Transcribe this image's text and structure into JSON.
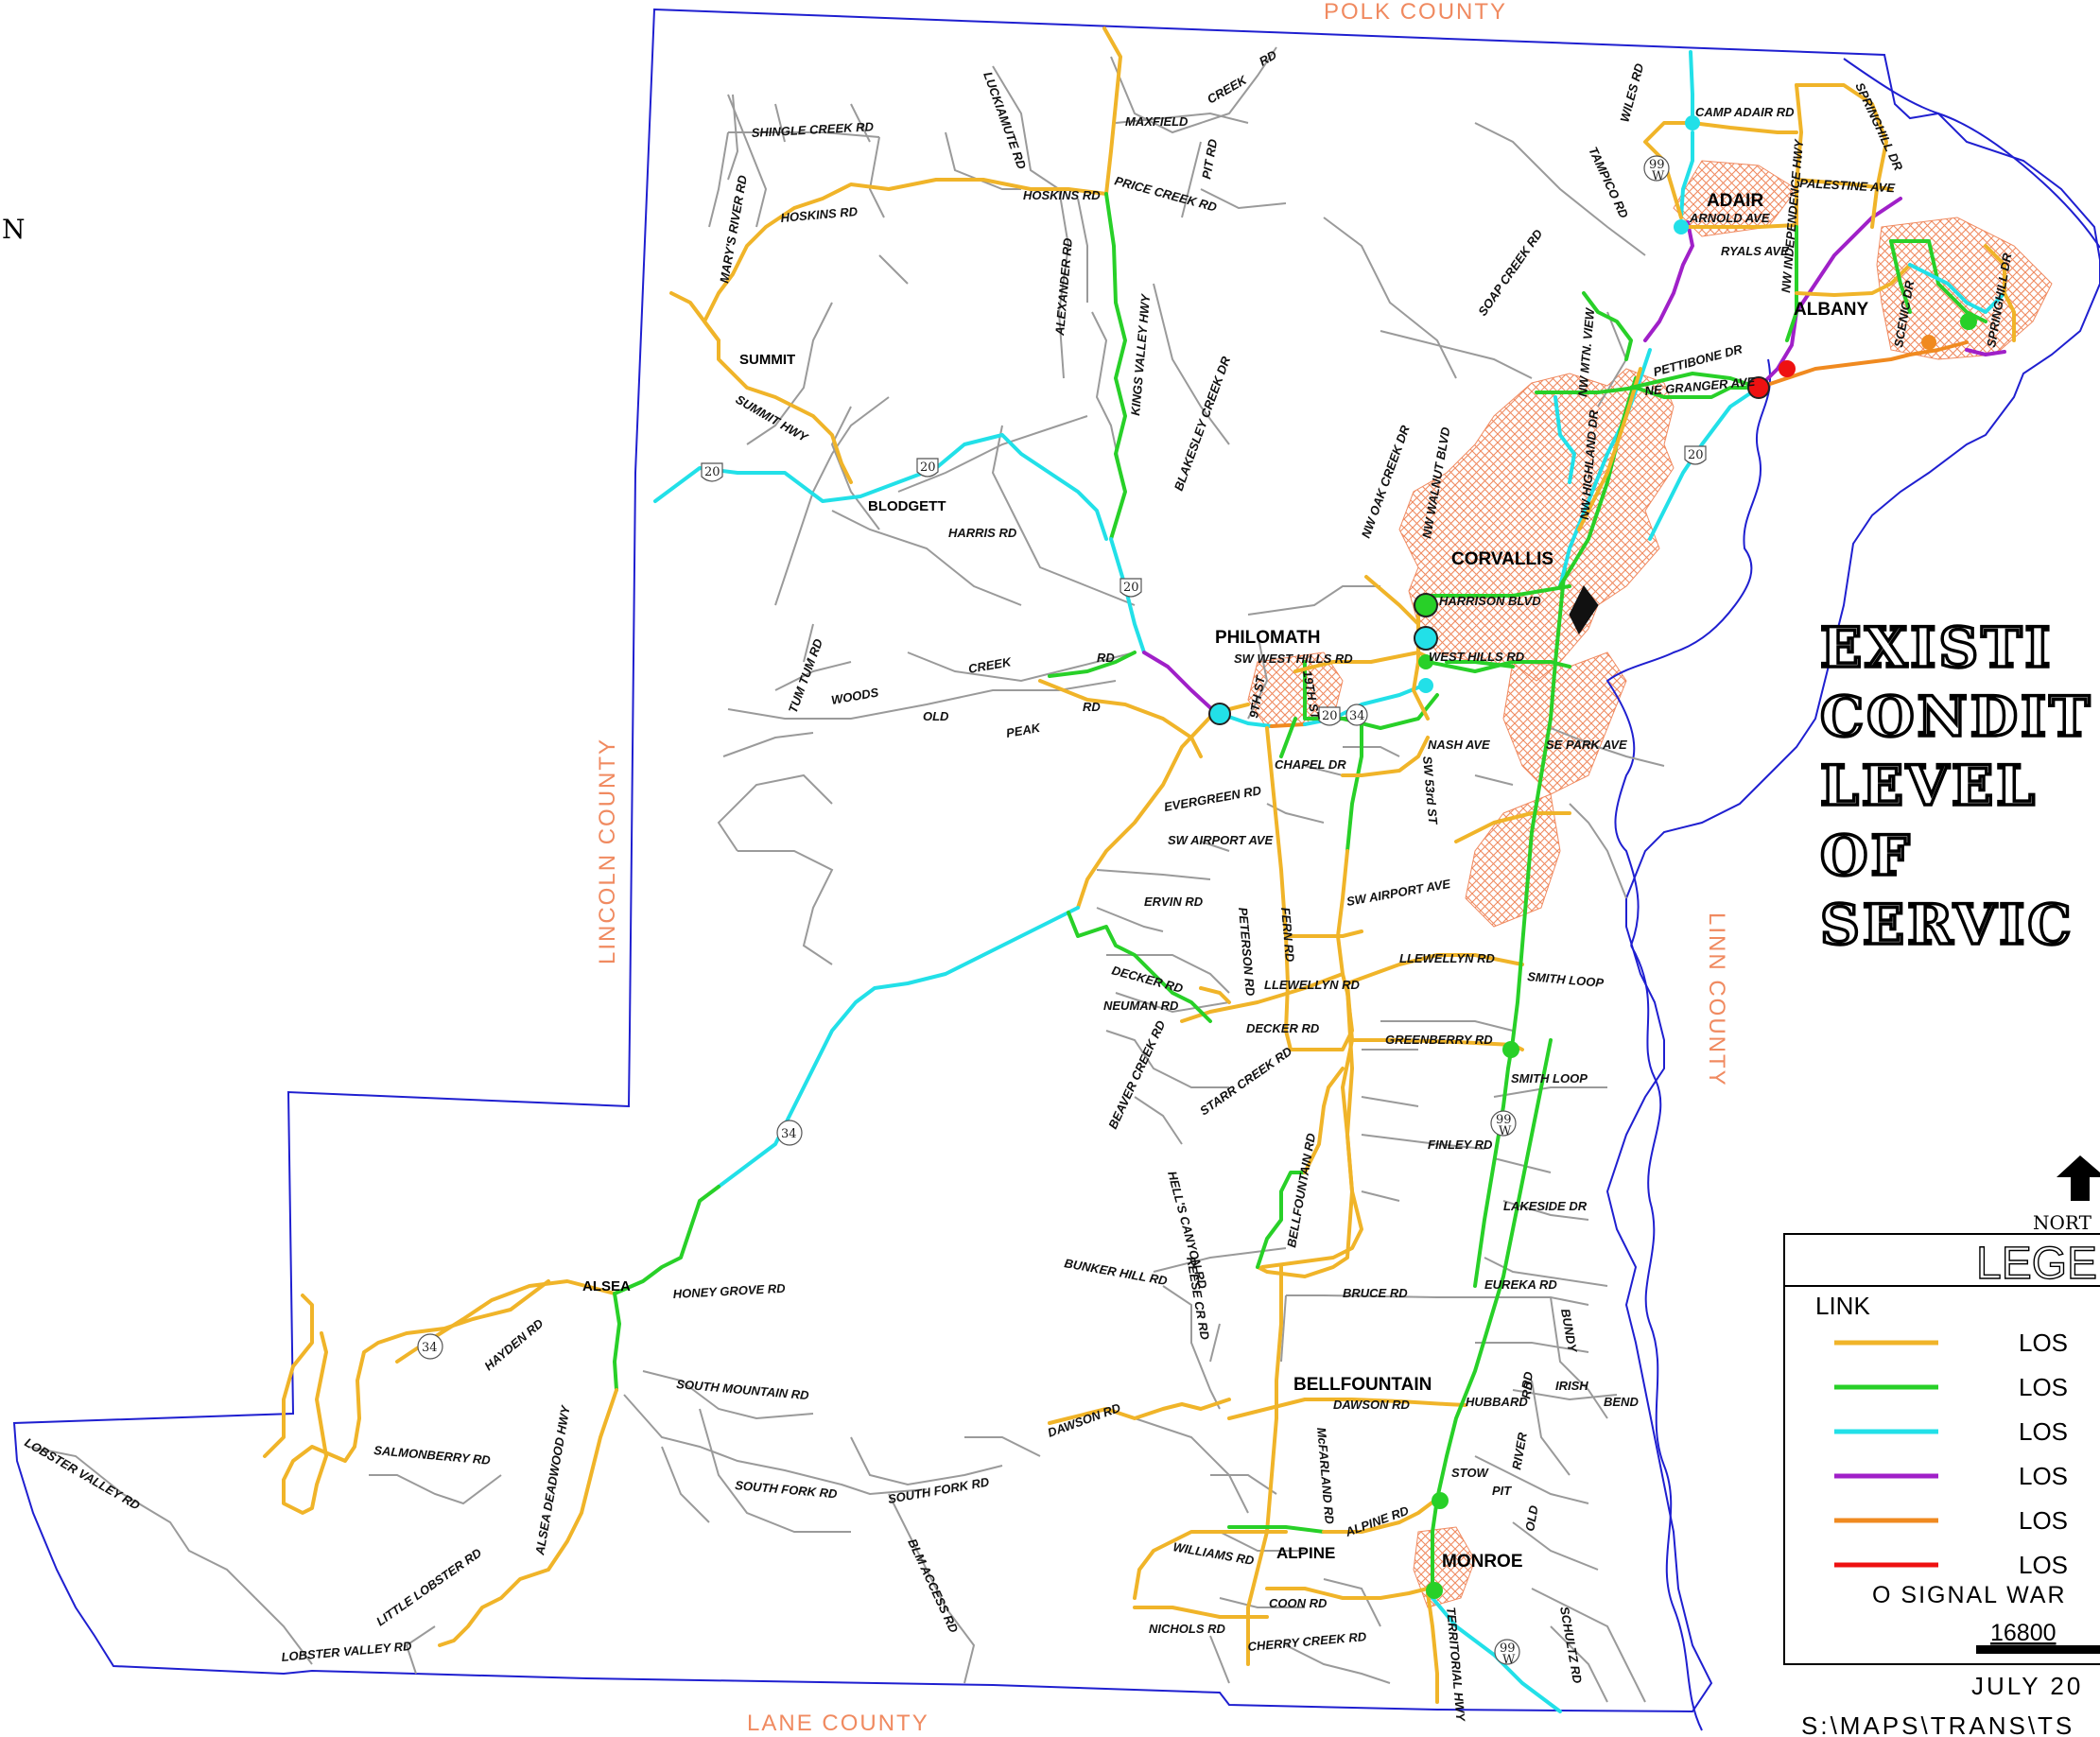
{
  "orientation_mark": "N",
  "counties": {
    "north": "POLK COUNTY",
    "south": "LANE COUNTY",
    "west": "LINCOLN COUNTY",
    "east": "LINN COUNTY"
  },
  "towns": {
    "summit": "SUMMIT",
    "blodgett": "BLODGETT",
    "philomath": "PHILOMATH",
    "corvallis": "CORVALLIS",
    "adair": "ADAIR",
    "albany": "ALBANY",
    "alsea": "ALSEA",
    "bellfountain": "BELLFOUNTAIN",
    "alpine": "ALPINE",
    "monroe": "MONROE"
  },
  "roads": {
    "shingle_creek": "SHINGLE CREEK RD",
    "hoskins_w": "HOSKINS RD",
    "hoskins_e": "HOSKINS RD",
    "marys_river": "MARY'S RIVER RD",
    "luckiamute": "LUCKIAMUTE RD",
    "maxfield": "MAXFIELD",
    "creek": "CREEK",
    "rd_top": "RD",
    "pit_rd": "PIT RD",
    "price_creek": "PRICE CREEK RD",
    "alexander": "ALEXANDER RD",
    "kings_valley": "KINGS VALLEY HWY",
    "summit_hwy": "SUMMIT HWY",
    "blakesley": "BLAKESLEY CREEK DR",
    "harris": "HARRIS RD",
    "tum_tum": "TUM TUM RD",
    "woods": "WOODS",
    "woods_creek": "CREEK",
    "woods_rd": "RD",
    "old": "OLD",
    "peak": "PEAK",
    "peak_rd": "RD",
    "soap_creek": "SOAP CREEK RD",
    "oak_creek": "NW OAK CREEK DR",
    "walnut": "NW WALNUT BLVD",
    "harrison": "HARRISON BLVD",
    "west_hills": "WEST HILLS RD",
    "sw_west_hills": "SW WEST HILLS RD",
    "ninth_st": "9TH ST",
    "nineteenth_st": "19TH ST",
    "nash": "NASH AVE",
    "se_park": "SE PARK AVE",
    "sw_53rd": "SW 53rd ST",
    "chapel": "CHAPEL DR",
    "evergreen": "EVERGREEN RD",
    "sw_airport_w": "SW AIRPORT AVE",
    "sw_airport_e": "SW AIRPORT AVE",
    "ervin": "ERVIN RD",
    "peterson": "PETERSON RD",
    "fern": "FERN RD",
    "decker_w": "DECKER RD",
    "decker_e": "DECKER RD",
    "neuman": "NEUMAN RD",
    "llewellyn_w": "LLEWELLYN RD",
    "llewellyn_e": "LLEWELLYN RD",
    "smith_loop_n": "SMITH LOOP",
    "smith_loop_s": "SMITH LOOP",
    "greenberry": "GREENBERRY RD",
    "beaver_creek": "BEAVER CREEK RD",
    "starr_creek": "STARR CREEK RD",
    "finley": "FINLEY RD",
    "lakeside": "LAKESIDE DR",
    "bellfountain_rd": "BELLFOUNTAIN RD",
    "hells_canyon": "HELL'S CANYON RD",
    "reese_cr": "REESE CR RD",
    "bunker_hill": "BUNKER HILL RD",
    "bruce": "BRUCE RD",
    "eureka": "EUREKA RD",
    "bundy": "BUNDY",
    "irish": "IRISH",
    "bend": "BEND",
    "hubbard": "HUBBARD",
    "dawson_e": "DAWSON RD",
    "dawson_w": "DAWSON RD",
    "rd_bundy": "RD",
    "honey_grove": "HONEY GROVE RD",
    "hayden": "HAYDEN RD",
    "salmonberry": "SALMONBERRY RD",
    "lobster_valley_w": "LOBSTER VALLEY RD",
    "lobster_valley_s": "LOBSTER VALLEY RD",
    "little_lobster": "LITTLE LOBSTER RD",
    "alsea_deadwood": "ALSEA DEADWOOD HWY",
    "south_mountain": "SOUTH MOUNTAIN RD",
    "south_fork_w": "SOUTH FORK RD",
    "south_fork_e": "SOUTH FORK RD",
    "blm_access": "BLM ACCESS RD",
    "mcfarland": "McFARLAND RD",
    "alpine_rd": "ALPINE RD",
    "williams": "WILLIAMS RD",
    "coon": "COON RD",
    "nichols": "NICHOLS RD",
    "cherry_creek": "CHERRY CREEK RD",
    "stow": "STOW",
    "pit": "PIT",
    "river": "RIVER",
    "rd_river": "RD",
    "old_rd": "OLD",
    "territorial": "TERRITORIAL HWY",
    "schultz": "SCHULTZ RD",
    "camp_adair": "CAMP ADAIR RD",
    "wiles": "WILES RD",
    "tampico": "TAMPICO RD",
    "arnold": "ARNOLD AVE",
    "ryals": "RYALS AVE",
    "nw_independence": "NW INDEPENDENCE HWY",
    "springhill_n": "SPRINGHILL DR",
    "springhill_s": "SPRINGHILL DR",
    "palestine": "PALESTINE AVE",
    "scenic": "SCENIC DR",
    "pettibone": "PETTIBONE DR",
    "ne_granger": "NE GRANGER AVE",
    "nw_mtn_view": "NW MTN. VIEW",
    "nw_highland": "NW HIGHLAND DR"
  },
  "shields": {
    "us20_a": "20",
    "us20_b": "20",
    "us20_c": "20",
    "us20_d": "20",
    "us20_e": "20",
    "or34_a": "34",
    "or34_b": "34",
    "or34_c": "34",
    "or99w_a": "99",
    "or99w_b": "99",
    "or99w_c": "99",
    "w": "W"
  },
  "title_lines": [
    "EXISTI",
    "CONDIT",
    "LEVEL",
    "OF",
    "SERVIC"
  ],
  "north_label": "NORT",
  "legend": {
    "title": "LEGE",
    "link_label": "LINK",
    "items": [
      {
        "label": "LOS",
        "color": "#f0b429"
      },
      {
        "label": "LOS",
        "color": "#28d028"
      },
      {
        "label": "LOS",
        "color": "#22e0e8"
      },
      {
        "label": "LOS",
        "color": "#a020c8"
      },
      {
        "label": "LOS",
        "color": "#f08a20"
      },
      {
        "label": "LOS",
        "color": "#ee1111"
      }
    ],
    "signal_label": "O SIGNAL WAR",
    "scale_label": "16800"
  },
  "date": "JULY 20",
  "file_path": "S:\\MAPS\\TRANS\\TS",
  "colors": {
    "boundary": "#1f1fd0",
    "river": "#1f1fd0",
    "urban": "#f08a60",
    "county_label": "#f08a60"
  }
}
